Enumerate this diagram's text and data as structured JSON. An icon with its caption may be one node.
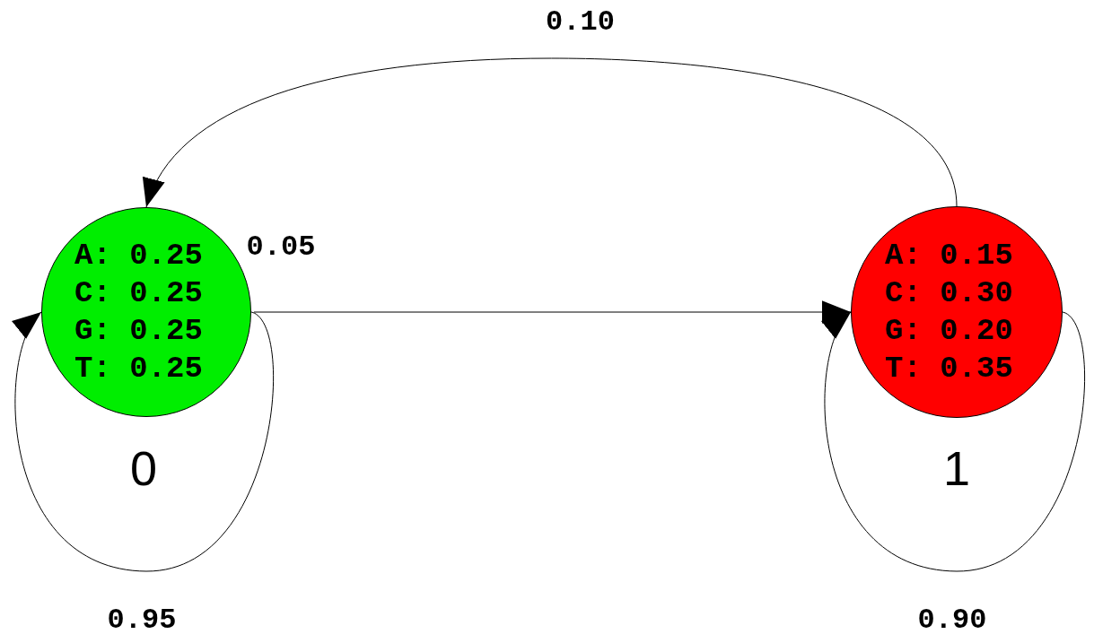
{
  "diagram": {
    "nodes": [
      {
        "text": [
          "A: 0.25 C: 0.25 G: 0.25 T: 0.25"
        ],
        "beside": [
          "0"
        ]
      },
      {
        "text": [
          "A: 0.15 C: 0.30 G: 0.20 T: 0.35"
        ],
        "beside": [
          "1"
        ]
      }
    ],
    "edges": [
      {
        "from": 0,
        "to": 1,
        "arrow": "to",
        "label": "0.05"
      },
      {
        "from": 1,
        "to": 0,
        "arrow": "to",
        "label": "0.10"
      },
      {
        "from": 0,
        "to": 0,
        "arrow": "to",
        "label": "0.95"
      },
      {
        "from": 1,
        "to": 1,
        "arrow": "to",
        "label": "0.90"
      }
    ]
  }
}
